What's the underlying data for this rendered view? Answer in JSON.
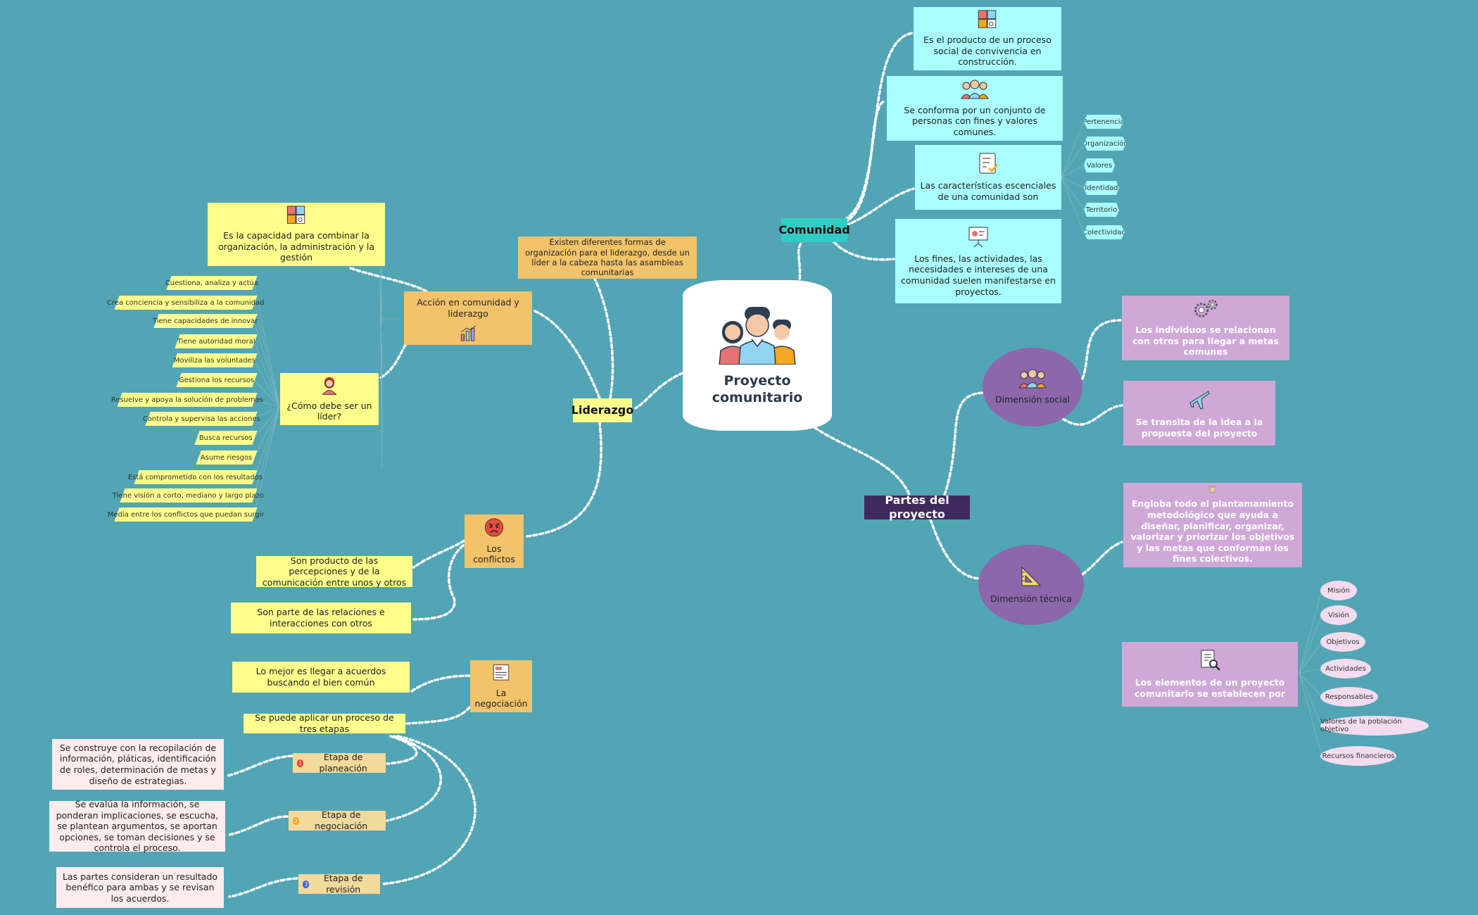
{
  "central": {
    "label": "Proyecto comunitario"
  },
  "comunidad": {
    "label": "Comunidad",
    "children": [
      {
        "text": "Es el producto de un proceso social de convivencia en construcción.",
        "icon": "puzzle-icon"
      },
      {
        "text": "Se conforma por un conjunto de personas con fines y valores comunes.",
        "icon": "people-group-icon"
      },
      {
        "text": "Las características escenciales de una comunidad son",
        "icon": "checklist-icon"
      },
      {
        "text": "Los fines, las actividades, las necesidades e intereses de una comunidad suelen manifestarse en proyectos.",
        "icon": "presentation-icon"
      }
    ],
    "caracteristicas": [
      "Pertenencia",
      "Organización",
      "Valores",
      "Identidad",
      "Territorio",
      "Colectividad"
    ]
  },
  "liderazgo": {
    "label": "Liderazgo",
    "formas": "Existen diferentes formas de organización para el liderazgo, desde un líder a la cabeza hasta las asambleas comunitarias",
    "accion": {
      "label": "Acción en comunidad y liderazgo",
      "icon": "bar-chart-icon"
    },
    "capacidad": {
      "text": "Es la capacidad para combinar la organización, la administración y la gestión",
      "icon": "puzzle-icon"
    },
    "lider": {
      "label": "¿Cómo debe ser un líder?",
      "icon": "woman-avatar-icon"
    },
    "cualidades": [
      "Cuestiona, analiza y actúa",
      "Crea conciencia y sensibiliza a la comunidad",
      "Tiene capacidades de innovar",
      "Tiene autoridad moral",
      "Moviliza las voluntades",
      "Gestiona los recursos",
      "Resuelve y apoya la solución de problemas",
      "Controla y supervisa las acciones",
      "Busca recursos",
      "Asume riesgos",
      "Está comprometido con los resultados",
      "Tiene visión a corto, mediano y largo plazo",
      "Media entre los conflictos que puedan surgir"
    ],
    "conflictos": {
      "label": "Los conflictos",
      "icon": "angry-face-icon",
      "children": [
        "Son producto de las percepciones y de la comunicación entre unos y otros",
        "Son parte  de las relaciones e interacciones con otros"
      ]
    },
    "negociacion": {
      "label": "La negociación",
      "icon": "newspaper-icon",
      "acuerdos": "Lo mejor es llegar a acuerdos buscando el bien común",
      "proceso": "Se puede aplicar un proceso de tres etapas",
      "etapas": [
        {
          "label": "Etapa de planeación",
          "badge": "1",
          "color": "#e53935",
          "desc": "Se construye con la recopilación de información, pláticas, identificación de roles, determinación de metas y diseño de estrategias."
        },
        {
          "label": "Etapa de negociación",
          "badge": "2",
          "color": "#f5a623",
          "desc": "Se evalúa la información, se ponderan implicaciones, se escucha, se plantean argumentos, se aportan opciones, se toman decisiones y se controla el proceso."
        },
        {
          "label": "Etapa de revisión",
          "badge": "3",
          "color": "#3b5bdb",
          "desc": "Las partes consideran un resultado benéfico para ambas y se revisan los acuerdos."
        }
      ]
    }
  },
  "partes": {
    "label": "Partes del proyecto",
    "social": {
      "label": "Dimensión social",
      "icon": "people-group-icon",
      "children": [
        {
          "text": "Los individuos se  relacionan con otros para llegar a metas comunes",
          "icon": "gears-icon"
        },
        {
          "text": "Se transita de la idea a la propuesta del proyecto",
          "icon": "airplane-icon"
        }
      ]
    },
    "tecnica": {
      "label": "Dimensión técnica",
      "icon": "set-square-icon",
      "children": [
        {
          "text": "Engloba todo el plantamamiento metodológico que ayuda a diseñar, planificar, organizar, valorizar y priorizar los objetivos y las metas que conforman los fines colectivos.",
          "icon": "folder-icon"
        },
        {
          "text": "Los elementos de  un proyecto comunitario se establecen por",
          "icon": "document-search-icon"
        }
      ],
      "elementos": [
        "Misión",
        "Visión",
        "Objetivos",
        "Actividades",
        "Responsables",
        "Valores de la población objetivo",
        "Recursos financieros"
      ]
    }
  },
  "colors": {
    "background": "#52a5b4",
    "link": "#ffffff"
  }
}
